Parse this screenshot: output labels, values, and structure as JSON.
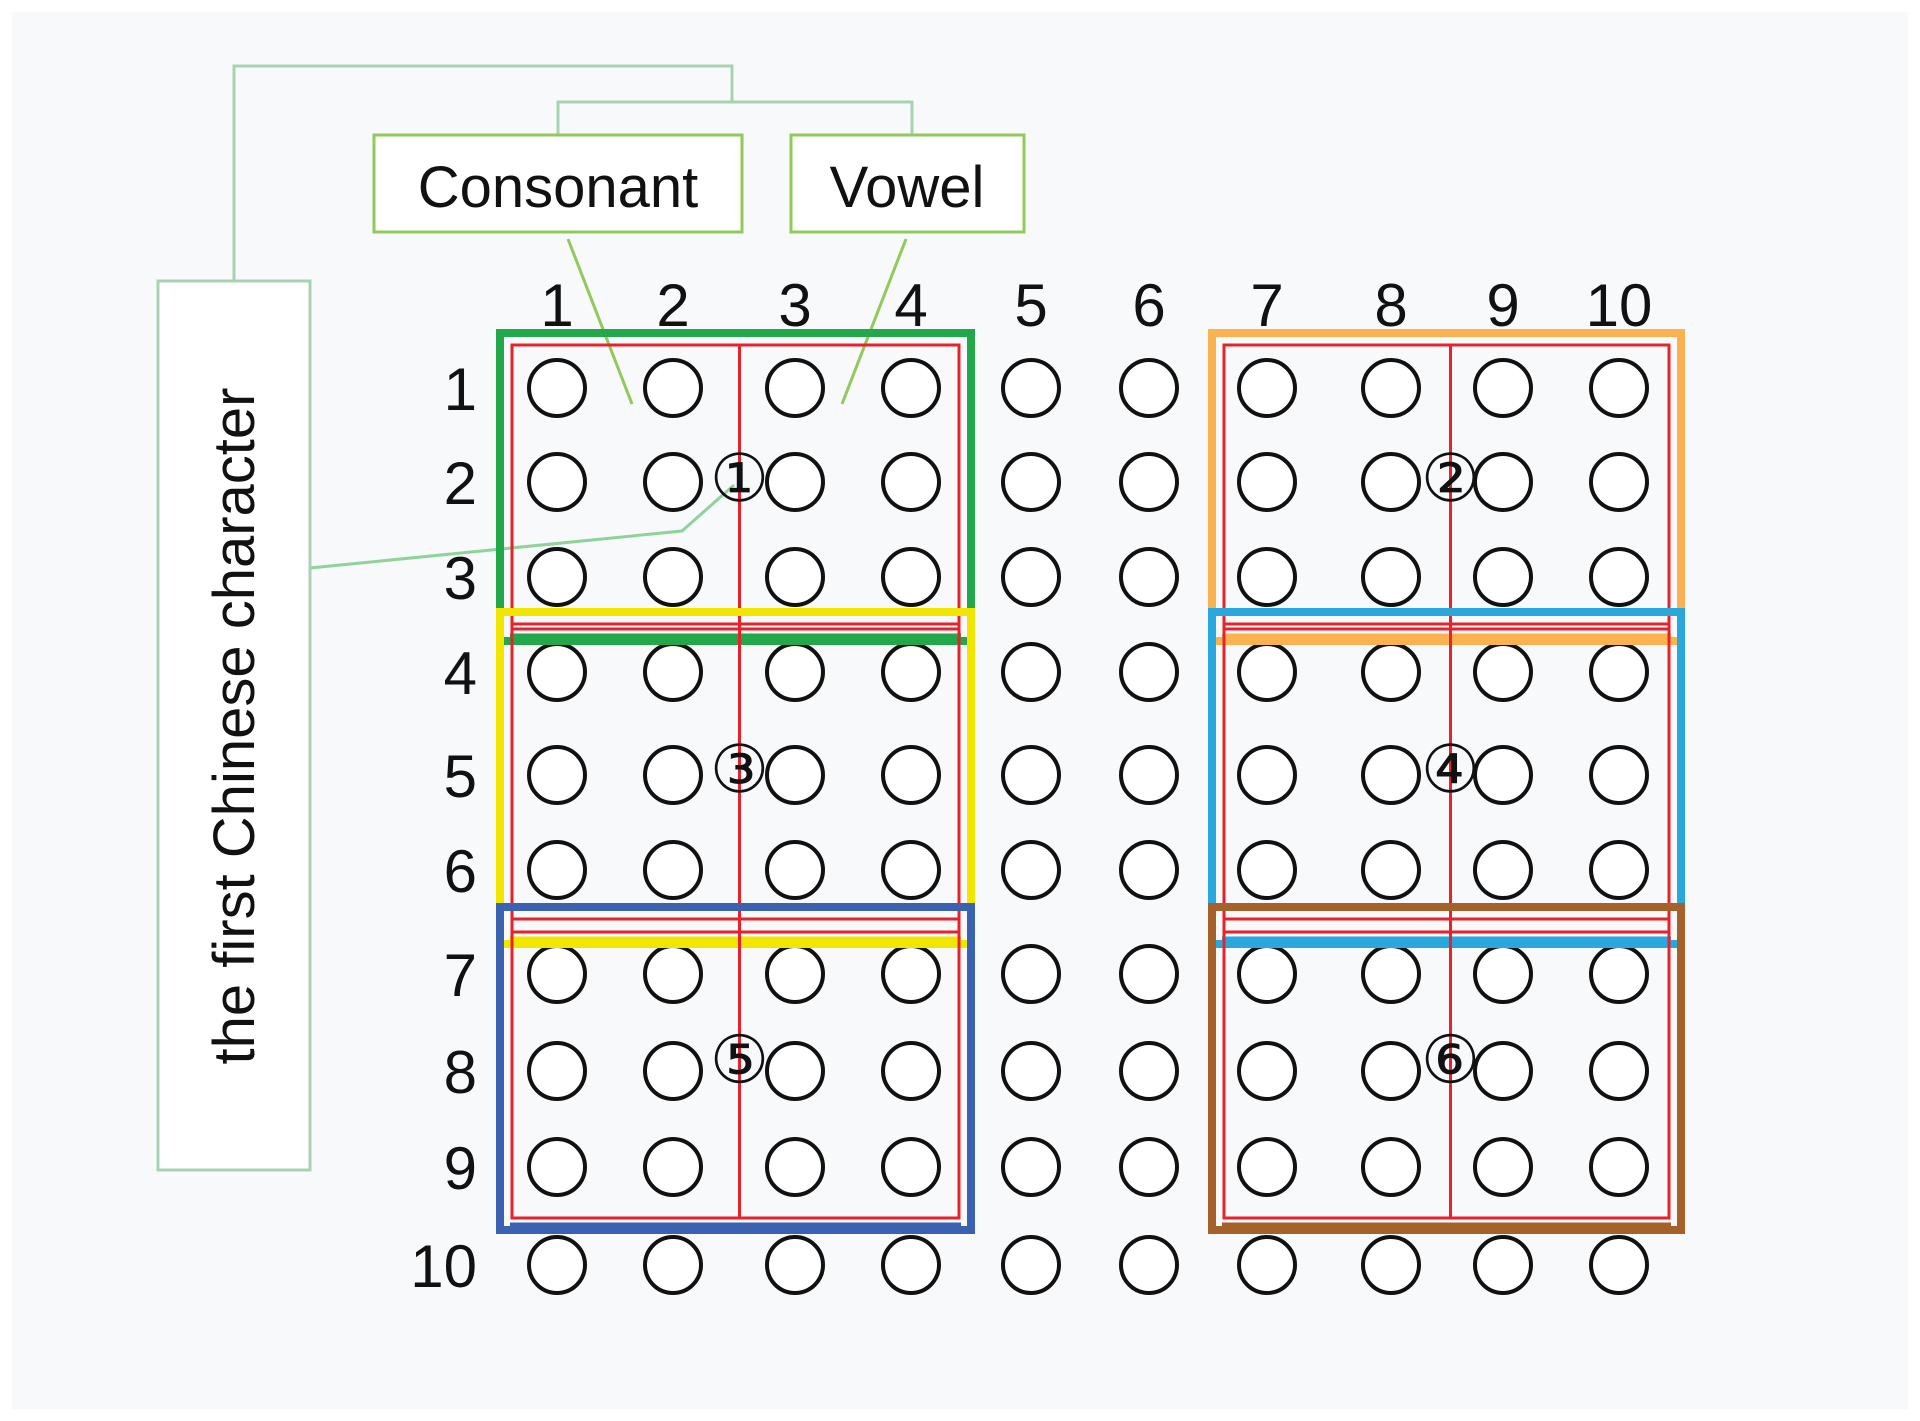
{
  "labels": {
    "consonant": "Consonant",
    "vowel": "Vowel",
    "first_character": "the first Chinese character"
  },
  "columns": [
    "1",
    "2",
    "3",
    "4",
    "5",
    "6",
    "7",
    "8",
    "9",
    "10"
  ],
  "rows": [
    "1",
    "2",
    "3",
    "4",
    "5",
    "6",
    "7",
    "8",
    "9",
    "10"
  ],
  "characters": [
    {
      "id": "1",
      "symbol": "①",
      "color": "#22a84a"
    },
    {
      "id": "2",
      "symbol": "②",
      "color": "#f9b24f"
    },
    {
      "id": "3",
      "symbol": "③",
      "color": "#f2e600"
    },
    {
      "id": "4",
      "symbol": "④",
      "color": "#2aa7dd"
    },
    {
      "id": "5",
      "symbol": "⑤",
      "color": "#3a62b0"
    },
    {
      "id": "6",
      "symbol": "⑥",
      "color": "#a4612a"
    }
  ],
  "colors": {
    "cell_grid": "#e8212b",
    "callout_line": "#8fd39b",
    "callout_box": "#a9d3b0",
    "label_box": "#92c95a"
  }
}
